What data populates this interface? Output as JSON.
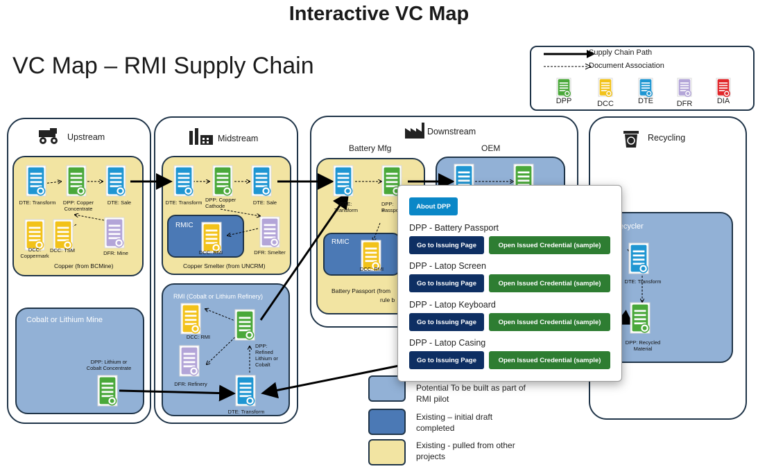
{
  "page_title": "Interactive VC Map",
  "map_title": "VC Map – RMI Supply Chain",
  "legend": {
    "supply_chain_path": "Supply Chain Path",
    "document_association": "Document Association",
    "types": [
      {
        "label": "DPP",
        "color": "#4aa83a"
      },
      {
        "label": "DCC",
        "color": "#f2c21a"
      },
      {
        "label": "DTE",
        "color": "#1f96d2"
      },
      {
        "label": "DFR",
        "color": "#b3a5d8"
      },
      {
        "label": "DIA",
        "color": "#e0262a"
      }
    ]
  },
  "panels": {
    "upstream": "Upstream",
    "midstream": "Midstream",
    "downstream": "Downstream",
    "recycling": "Recycling"
  },
  "upstream": {
    "copper": {
      "caption": "Copper (from BCMine)",
      "dte_transform": "DTE: Transform",
      "dpp_copper": "DPP: Copper Concentrate",
      "dte_sale": "DTE: Sale",
      "dcc_coppermark": "DCC: Coppermark",
      "dcc_tsm": "DCC: TSM",
      "dfr_mine": "DFR: Mine"
    },
    "cobalt": {
      "title": "Cobalt or Lithium Mine",
      "dpp": "DPP: Lithium or Cobalt Concentrate"
    }
  },
  "midstream": {
    "smelter": {
      "caption": "Copper Smelter (from UNCRM)",
      "dte_transform": "DTE: Transform",
      "dpp_cathode": "DPP: Copper Cathode",
      "dte_sale": "DTE: Sale",
      "rmic": "RMIC",
      "dcc_rmi": "DCC: RMI",
      "dfr_smelter": "DFR: Smelter"
    },
    "refinery": {
      "title": "RMI (Cobalt or Lithium Refinery)",
      "dcc_rmi": "DCC: RMI",
      "dpp_refined": "DPP: Refined Lithium or Cobalt",
      "dfr_refinery": "DFR: Refinery",
      "dte_transform": "DTE: Transform"
    }
  },
  "downstream": {
    "battery_mfg": "Battery Mfg",
    "oem": "OEM",
    "dte_transform": "DTE: Transform",
    "dpp_battery_partial": "DPP: B",
    "passport_partial": "Passpo",
    "rmic": "RMIC",
    "dcc_rmi": "DCC: RMI",
    "caption_partial_1": "Battery Passport (from",
    "caption_partial_2": "rule b"
  },
  "recycling": {
    "recycler_partial": "Recycler",
    "dte_transform": "DTE: Transform",
    "dpp_recycled": "DPP: Recycled Material"
  },
  "key": [
    {
      "label": "Potential To be built as part of RMI pilot",
      "color": "#92b1d6"
    },
    {
      "label": "Existing – initial draft completed",
      "color": "#4b79b5"
    },
    {
      "label": "Existing - pulled from other projects",
      "color": "#f2e4a2"
    }
  ],
  "popup": {
    "about_label": "About DPP",
    "items": [
      {
        "title": "DPP - Battery Passport",
        "go": "Go to Issuing Page",
        "open": "Open Issued Credential (sample)"
      },
      {
        "title": "DPP - Latop Screen",
        "go": "Go to Issuing Page",
        "open": "Open Issued Credential (sample)"
      },
      {
        "title": "DPP - Latop Keyboard",
        "go": "Go to Issuing Page",
        "open": "Open Issued Credential (sample)"
      },
      {
        "title": "DPP - Latop Casing",
        "go": "Go to Issuing Page",
        "open": "Open Issued Credential (sample)"
      }
    ]
  }
}
